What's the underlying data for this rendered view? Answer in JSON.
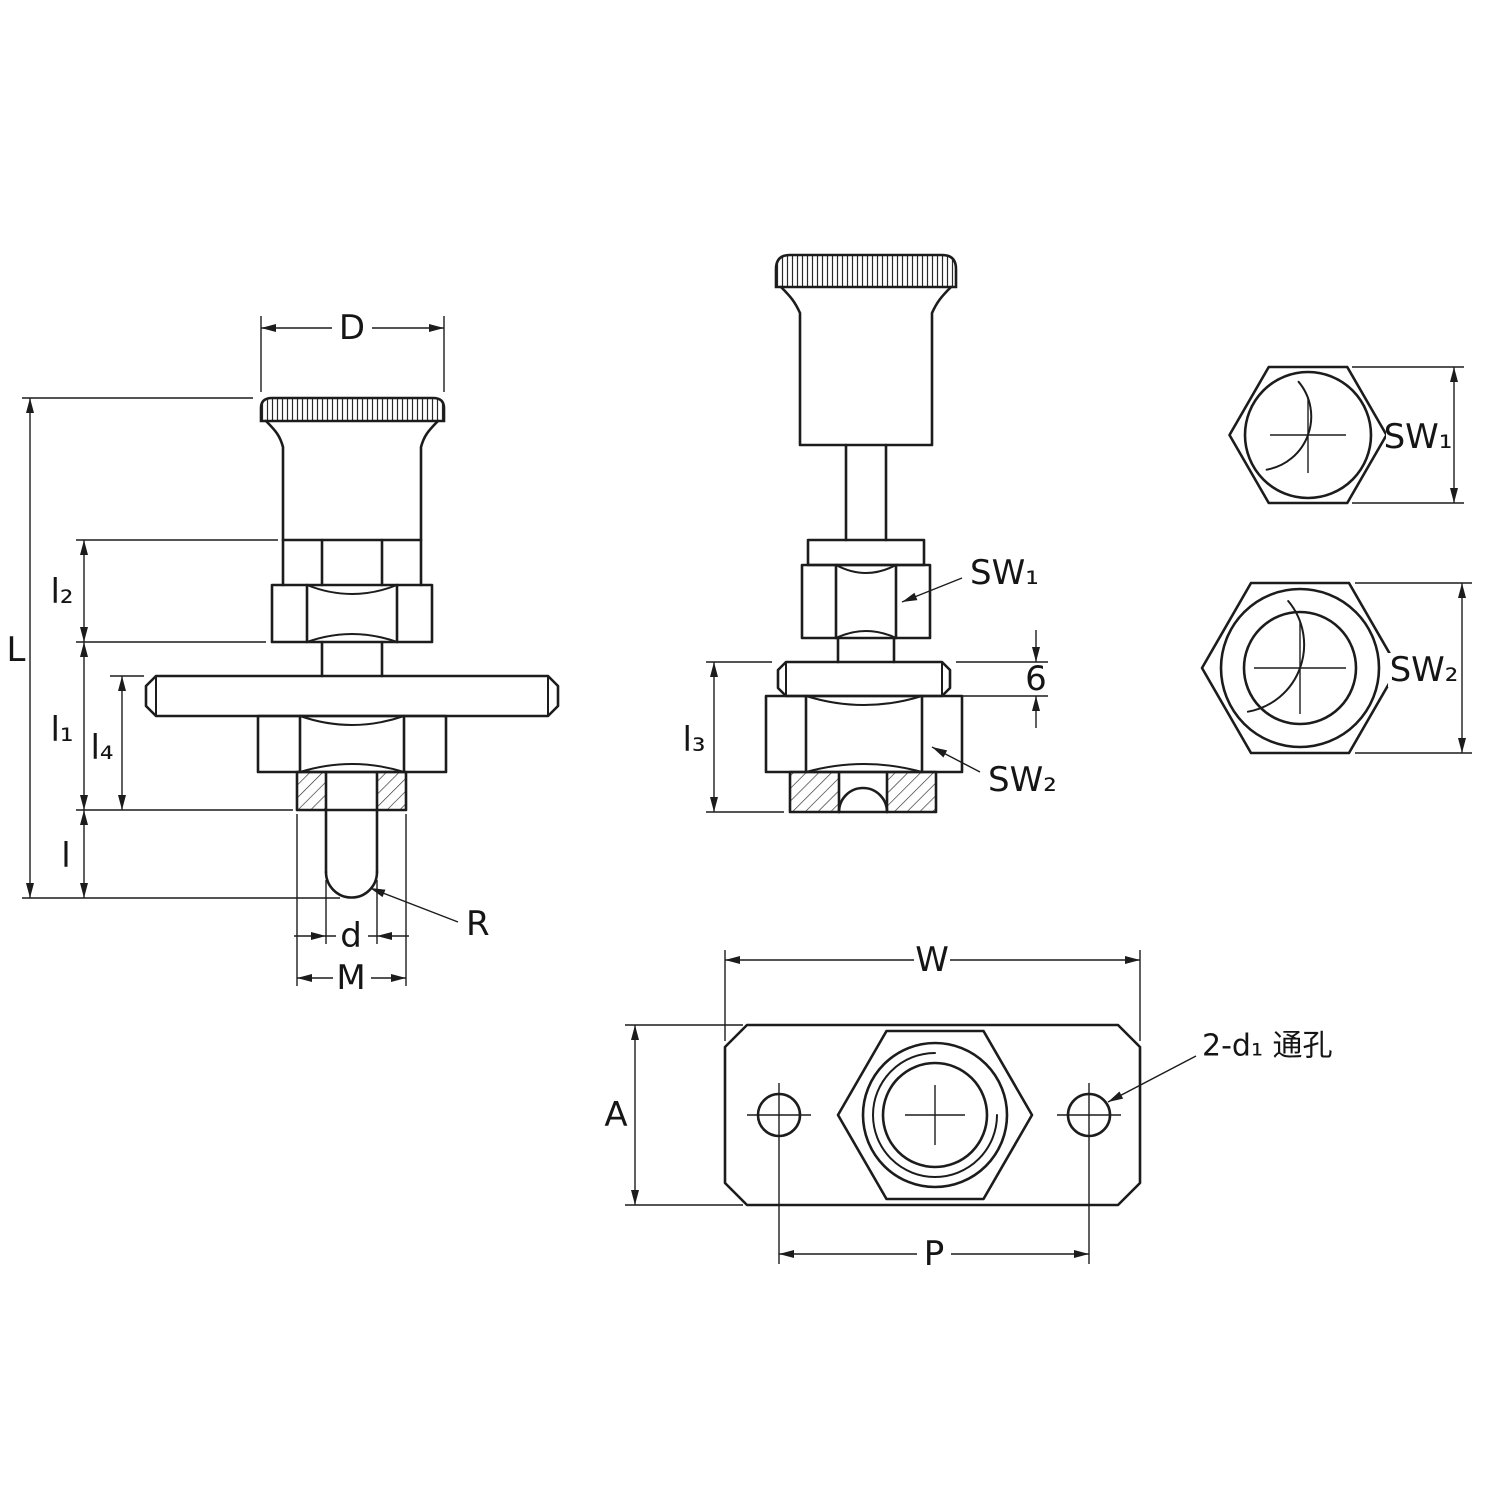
{
  "labels": {
    "D": "D",
    "L": "L",
    "l2": "l₂",
    "l1": "l₁",
    "l4": "l₄",
    "l_pin": "l",
    "d": "d",
    "M": "M",
    "R": "R",
    "SW1_side": "SW₁",
    "SW2_side": "SW₂",
    "thickness": "6",
    "l3": "l₃",
    "SW1_top": "SW₁",
    "SW2_top": "SW₂",
    "W": "W",
    "A": "A",
    "P": "P",
    "holes": "2-d₁ 通孔"
  },
  "colors": {
    "line": "#1c1c1c",
    "background": "#ffffff"
  }
}
